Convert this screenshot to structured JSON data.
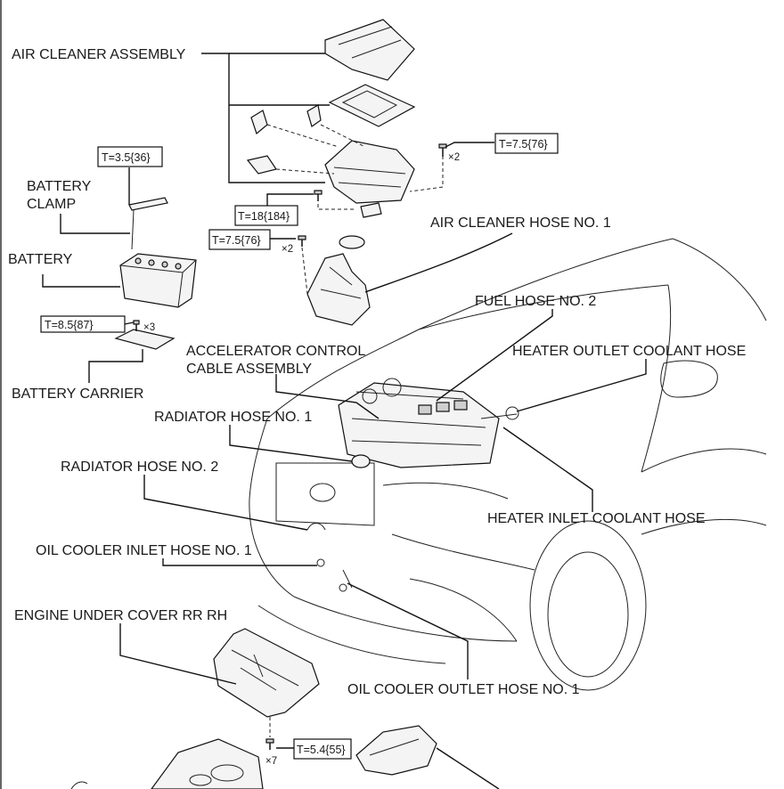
{
  "labels": {
    "air_cleaner_assembly": "AIR CLEANER ASSEMBLY",
    "battery_clamp_1": "BATTERY",
    "battery_clamp_2": "CLAMP",
    "battery": "BATTERY",
    "battery_carrier": "BATTERY CARRIER",
    "air_cleaner_hose_no1": "AIR CLEANER HOSE NO. 1",
    "fuel_hose_no2": "FUEL HOSE NO. 2",
    "accelerator_control_1": "ACCELERATOR CONTROL",
    "accelerator_control_2": "CABLE ASSEMBLY",
    "heater_outlet_coolant_hose": "HEATER OUTLET COOLANT HOSE",
    "radiator_hose_no1": "RADIATOR HOSE NO. 1",
    "radiator_hose_no2": "RADIATOR HOSE NO. 2",
    "heater_inlet_coolant_hose": "HEATER INLET COOLANT HOSE",
    "oil_cooler_inlet_hose_no1": "OIL COOLER INLET HOSE NO. 1",
    "engine_under_cover_rr_rh": "ENGINE UNDER COVER RR RH",
    "oil_cooler_outlet_hose_no1": "OIL COOLER OUTLET HOSE NO. 1"
  },
  "torques": {
    "battery_clamp": "T=3.5{36}",
    "air_cleaner_right": "T=7.5{76}",
    "air_cleaner_bolt": "T=18{184}",
    "air_cleaner_hose_bolt": "T=7.5{76}",
    "battery_carrier": "T=8.5{87}",
    "under_cover": "T=5.4{55}"
  },
  "quantities": {
    "air_cleaner_right": "×2",
    "air_cleaner_hose_bolt": "×2",
    "battery_carrier": "×3",
    "under_cover": "×7"
  }
}
